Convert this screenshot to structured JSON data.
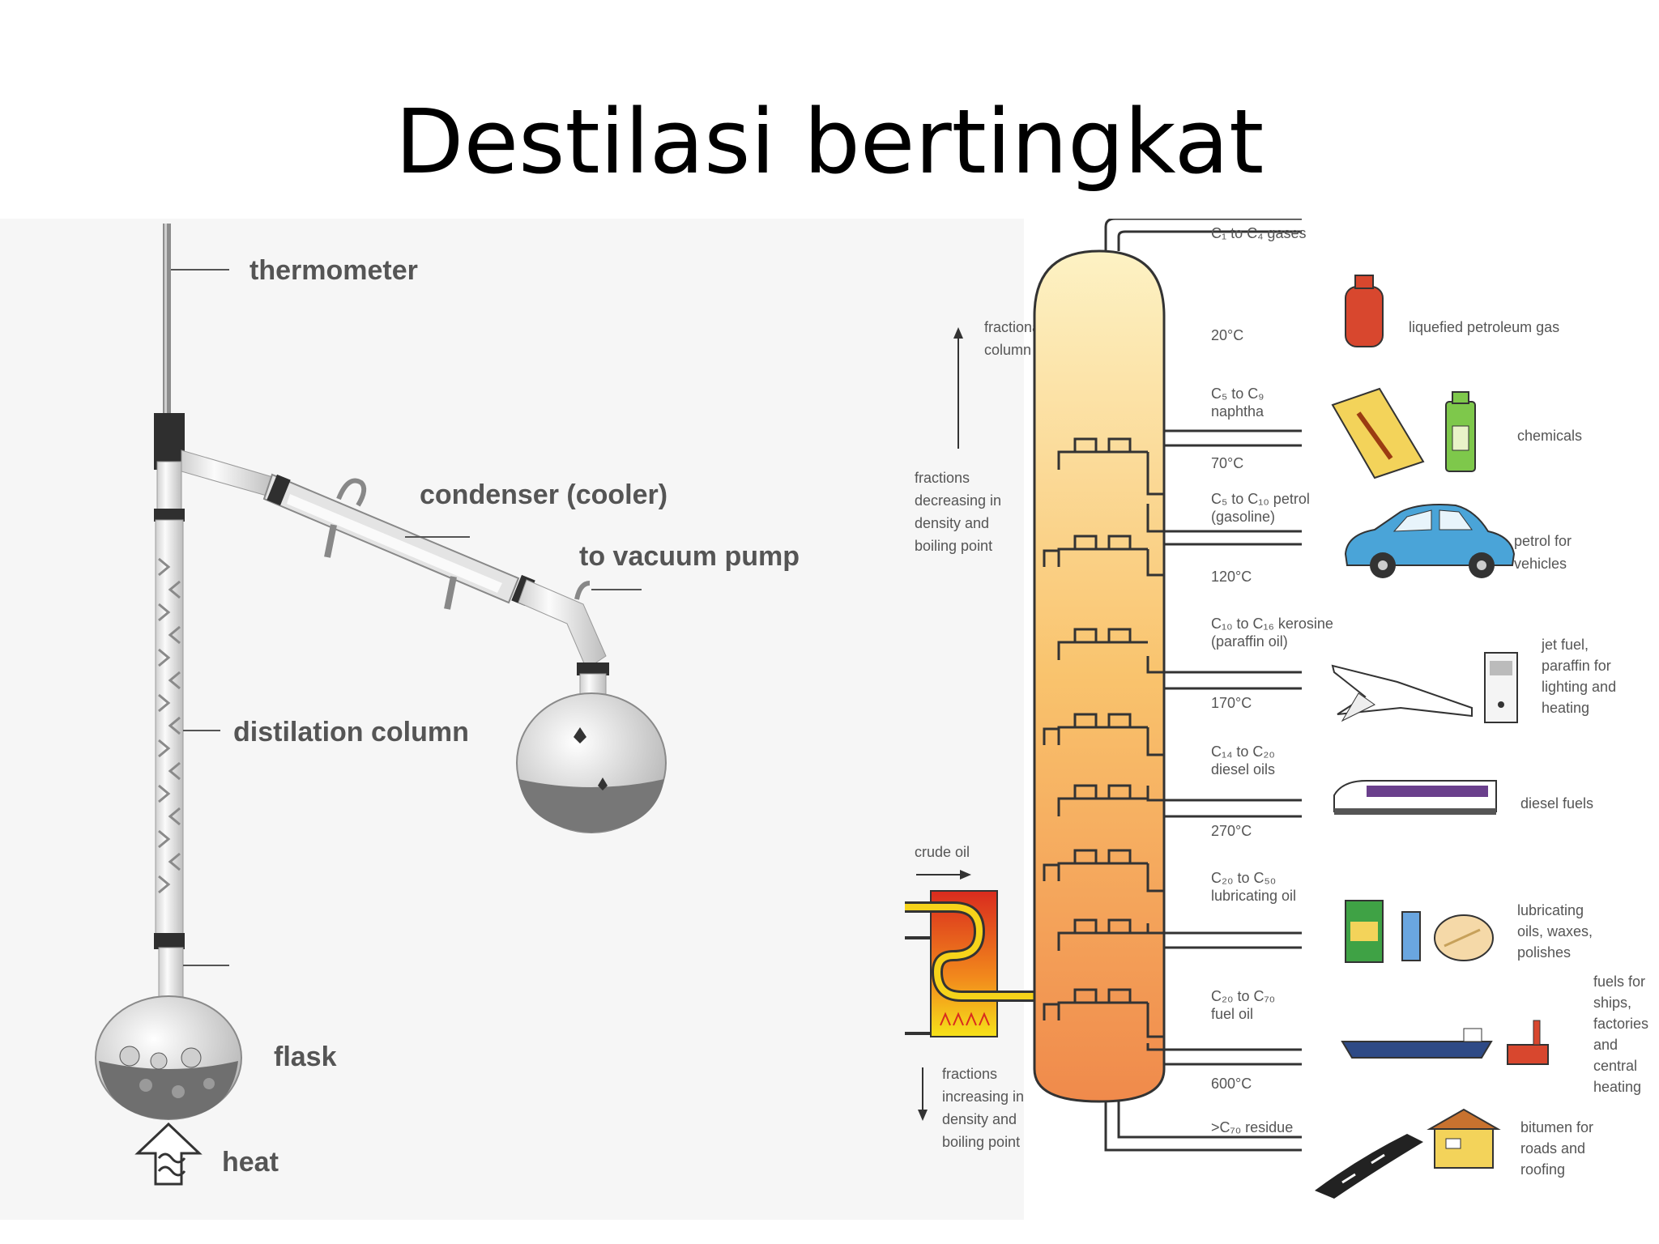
{
  "slide": {
    "title": "Destilasi bertingkat"
  },
  "lab": {
    "thermometer": "thermometer",
    "condenser": "condenser (cooler)",
    "vacuum": "to vacuum pump",
    "column": "distilation column",
    "flask": "flask",
    "heat": "heat"
  },
  "fractionation": {
    "column_label_1": "fractionating",
    "column_label_2": "column",
    "up_1": "fractions",
    "up_2": "decreasing in",
    "up_3": "density and",
    "up_4": "boiling point",
    "down_1": "fractions",
    "down_2": "increasing in",
    "down_3": "density and",
    "down_4": "boiling point",
    "crude": "crude oil",
    "fractions": [
      {
        "name": "C₁ to C₄ gases",
        "name2": "",
        "use": [
          "liquefied petroleum gas"
        ],
        "temp": "20°C"
      },
      {
        "name": "C₅ to C₉",
        "name2": "naphtha",
        "use": [
          "chemicals"
        ],
        "temp": "70°C"
      },
      {
        "name": "C₅ to C₁₀ petrol",
        "name2": "(gasoline)",
        "use": [
          "petrol for",
          "vehicles"
        ],
        "temp": "120°C"
      },
      {
        "name": "C₁₀ to C₁₆ kerosine",
        "name2": "(paraffin oil)",
        "use": [
          "jet fuel,",
          "paraffin for",
          "lighting and",
          "heating"
        ],
        "temp": "170°C"
      },
      {
        "name": "C₁₄ to C₂₀",
        "name2": "diesel oils",
        "use": [
          "diesel fuels"
        ],
        "temp": "270°C"
      },
      {
        "name": "C₂₀ to C₅₀",
        "name2": "lubricating oil",
        "use": [
          "lubricating",
          "oils, waxes,",
          "polishes"
        ],
        "temp": ""
      },
      {
        "name": "C₂₀ to C₇₀",
        "name2": "fuel oil",
        "use": [
          "fuels for",
          "ships,",
          "factories",
          "and",
          "central",
          "heating"
        ],
        "temp": "600°C"
      },
      {
        "name": ">C₇₀ residue",
        "name2": "",
        "use": [
          "bitumen for",
          "roads and",
          "roofing"
        ],
        "temp": ""
      }
    ]
  },
  "colors": {
    "column_top": "#fdf2c4",
    "column_mid": "#f9c36d",
    "column_bottom": "#f08a4b"
  }
}
